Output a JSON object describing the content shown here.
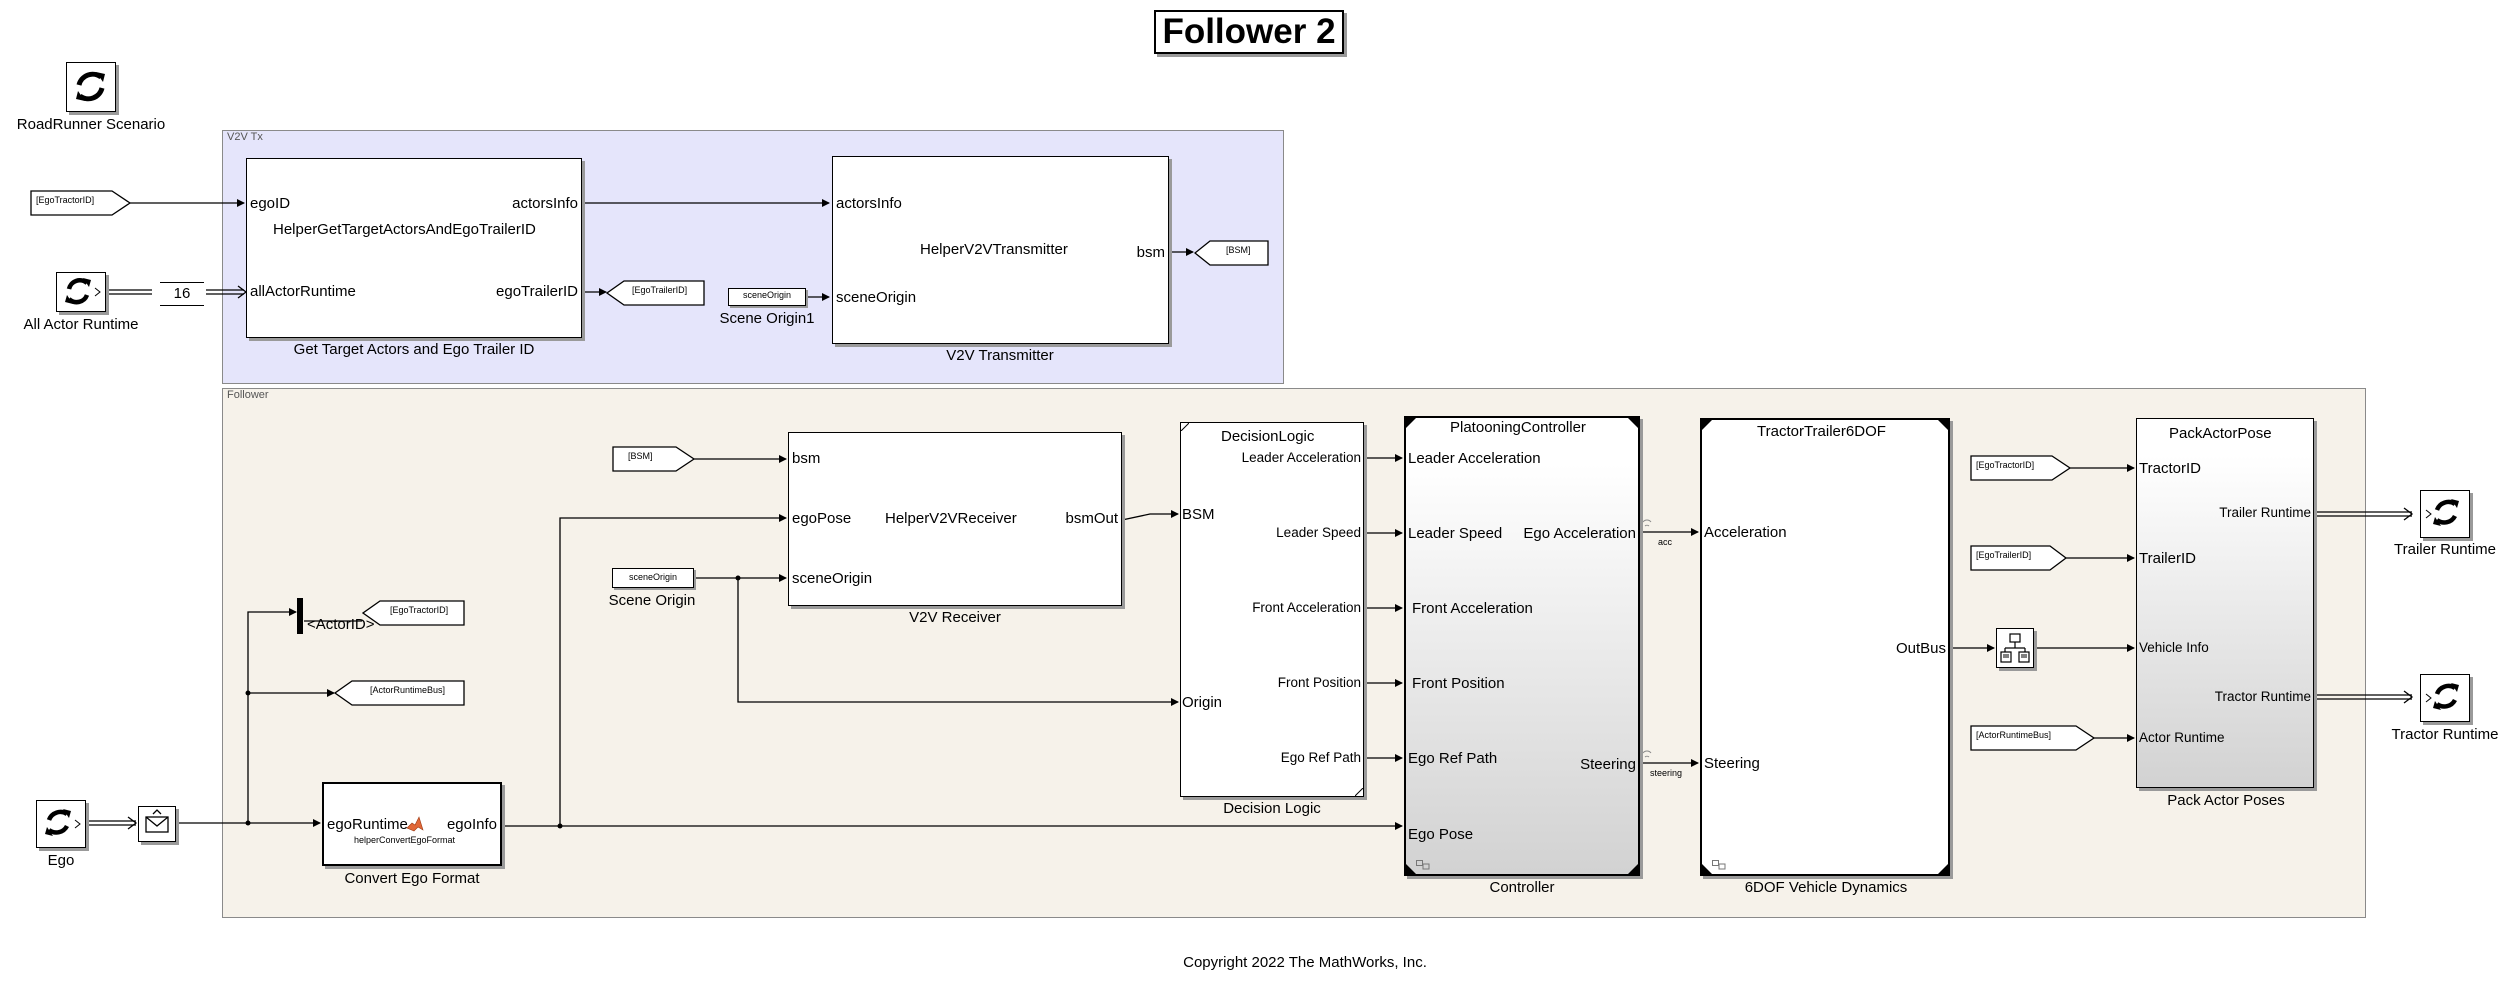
{
  "title": "Follower 2",
  "copyright": "Copyright 2022 The MathWorks, Inc.",
  "scenario_block": {
    "label": "RoadRunner Scenario",
    "icon": "refresh-icon"
  },
  "areas": {
    "v2v_tx": "V2V Tx",
    "follower": "Follower"
  },
  "tags": {
    "ego_tractor_id": "[EgoTractorID]",
    "ego_trailer_id": "[EgoTrailerID]",
    "bsm": "[BSM]",
    "actor_runtime_bus": "[ActorRuntimeBus]",
    "scene_origin": "sceneOrigin"
  },
  "all_actor_runtime": {
    "label": "All Actor Runtime",
    "width": "16"
  },
  "get_target": {
    "name": "HelperGetTargetActorsAndEgoTrailerID",
    "caption": "Get Target Actors and Ego Trailer ID",
    "in": [
      "egoID",
      "allActorRuntime"
    ],
    "out": [
      "actorsInfo",
      "egoTrailerID"
    ]
  },
  "scene_origin1": "Scene Origin1",
  "scene_origin": "Scene Origin",
  "v2v_tx": {
    "name": "HelperV2VTransmitter",
    "caption": "V2V Transmitter",
    "in": [
      "actorsInfo",
      "sceneOrigin"
    ],
    "out": [
      "bsm"
    ]
  },
  "v2v_rx": {
    "name": "HelperV2VReceiver",
    "caption": "V2V Receiver",
    "in": [
      "bsm",
      "egoPose",
      "sceneOrigin"
    ],
    "out": [
      "bsmOut"
    ]
  },
  "selector": {
    "label": "<ActorID>"
  },
  "convert": {
    "caption": "Convert Ego Format",
    "in": "egoRuntime",
    "out": "egoInfo",
    "fn": "helperConvertEgoFormat"
  },
  "ego": {
    "label": "Ego"
  },
  "decision": {
    "title": "DecisionLogic",
    "caption": "Decision Logic",
    "in": [
      "BSM",
      "Origin"
    ],
    "out": [
      "Leader Acceleration",
      "Leader Speed",
      "Front Acceleration",
      "Front Position",
      "Ego Ref Path"
    ]
  },
  "controller": {
    "title": "PlatooningController",
    "caption": "Controller",
    "in": [
      "Leader Acceleration",
      "Leader Speed",
      "Front Acceleration",
      "Front Position",
      "Ego Ref Path",
      "Ego Pose"
    ],
    "out": [
      "Ego Acceleration",
      "Steering"
    ]
  },
  "signals": {
    "acc": "acc",
    "steering": "steering"
  },
  "dynamics": {
    "title": "TractorTrailer6DOF",
    "caption": "6DOF Vehicle Dynamics",
    "in": [
      "Acceleration",
      "Steering"
    ],
    "out": [
      "OutBus"
    ]
  },
  "pack": {
    "title": "PackActorPose",
    "caption": "Pack Actor Poses",
    "in": [
      "TractorID",
      "TrailerID",
      "Vehicle Info",
      "Actor Runtime"
    ],
    "out": [
      "Trailer Runtime",
      "Tractor Runtime"
    ]
  },
  "trailer_runtime": "Trailer Runtime",
  "tractor_runtime": "Tractor Runtime"
}
